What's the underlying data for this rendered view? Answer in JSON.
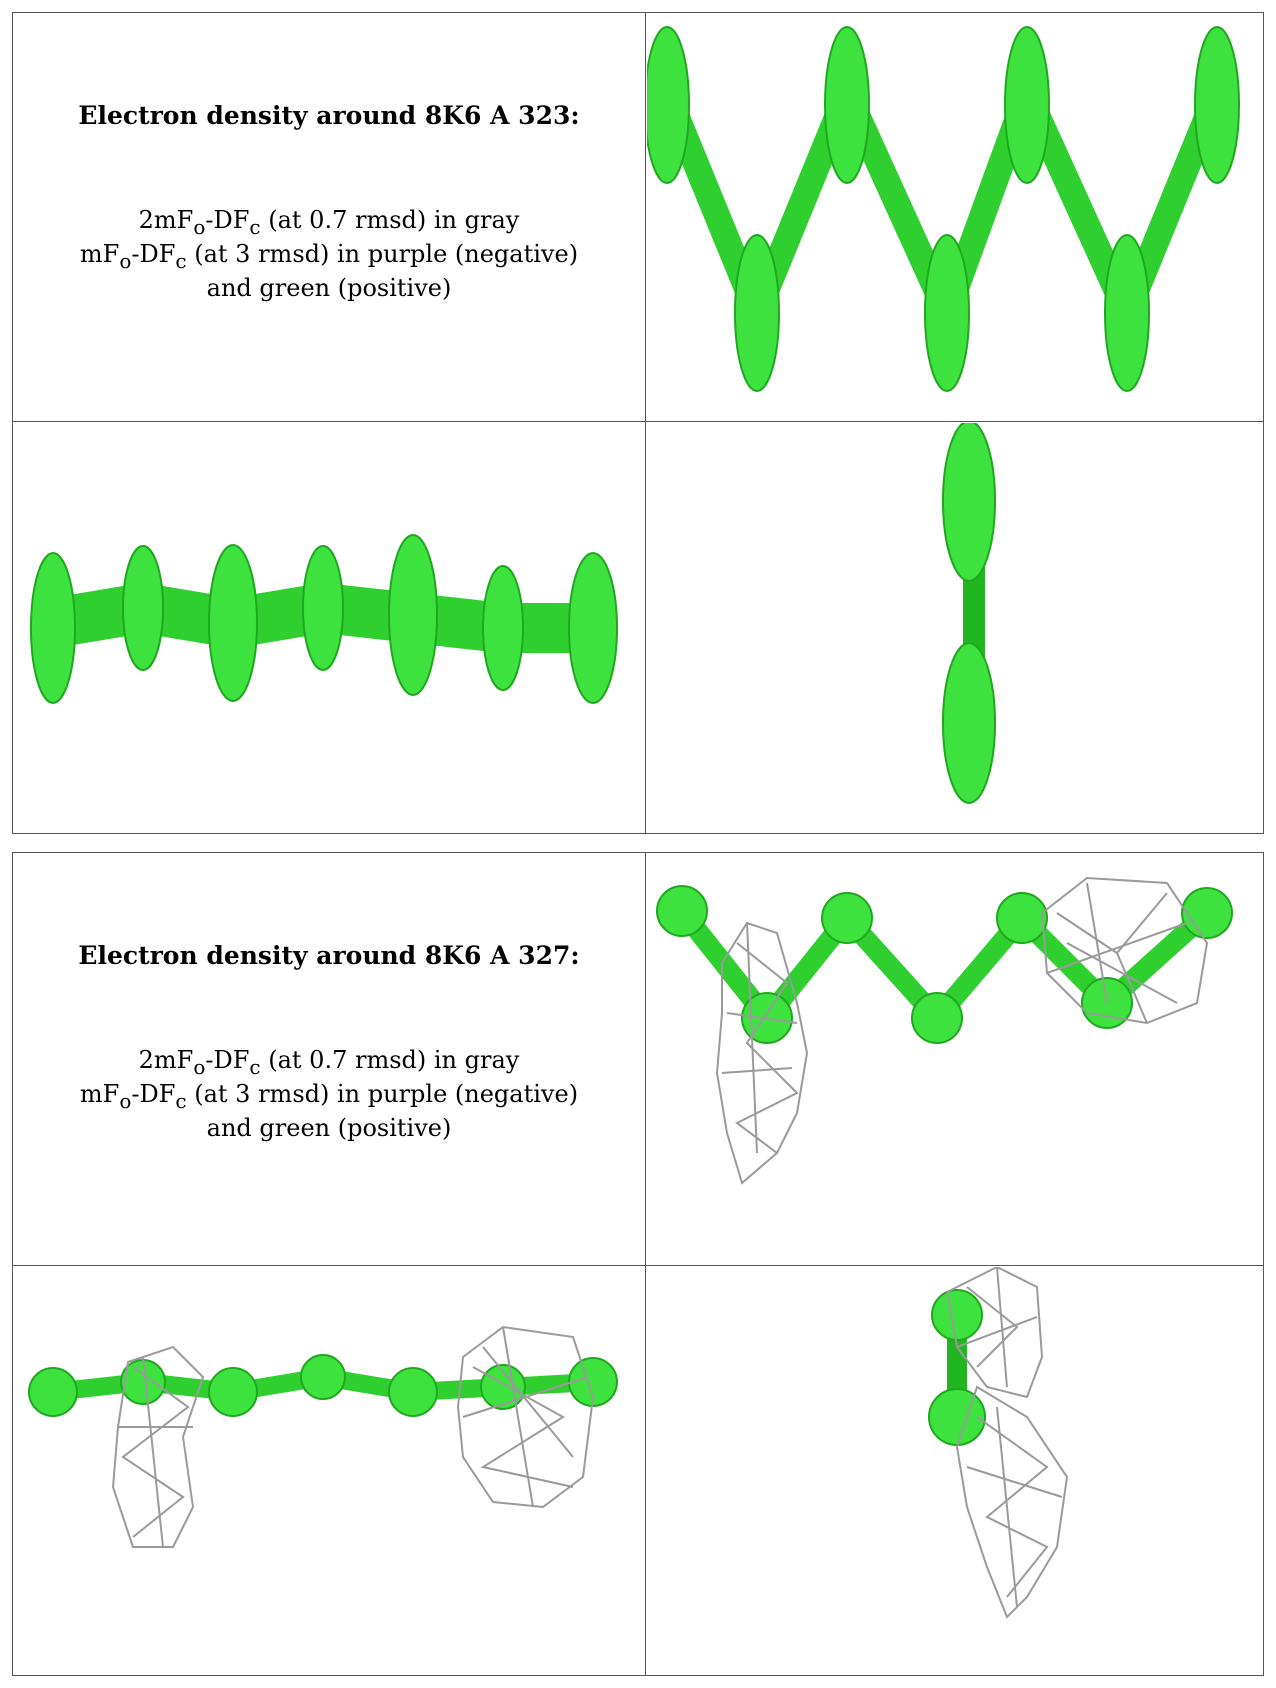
{
  "panels": [
    {
      "title": "Electron density around 8K6 A 323:",
      "legend": {
        "line1": "2mF",
        "line1_sub1": "o",
        "line1_mid": "-DF",
        "line1_sub2": "c",
        "line1_tail": " (at 0.7 rmsd) in gray",
        "line2": "mF",
        "line2_sub1": "o",
        "line2_mid": "-DF",
        "line2_sub2": "c",
        "line2_tail": " (at 3 rmsd) in purple (negative)",
        "line3": "and green (positive)"
      }
    },
    {
      "title": "Electron density around 8K6 A 327:",
      "legend": {
        "line1": "2mF",
        "line1_sub1": "o",
        "line1_mid": "-DF",
        "line1_sub2": "c",
        "line1_tail": " (at 0.7 rmsd) in gray",
        "line2": "mF",
        "line2_sub1": "o",
        "line2_mid": "-DF",
        "line2_sub2": "c",
        "line2_tail": " (at 3 rmsd) in purple (negative)",
        "line3": "and green (positive)"
      }
    }
  ],
  "colors": {
    "atom": "#3ee23e",
    "atom_dark": "#1fa81f",
    "mesh": "#9a9a9a",
    "border": "#555555"
  }
}
